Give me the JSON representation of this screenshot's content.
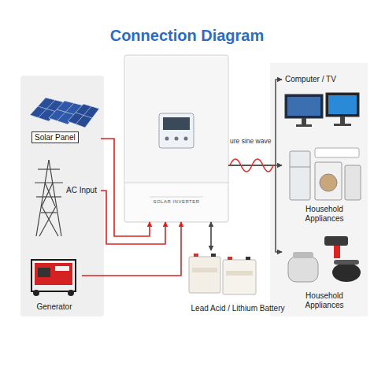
{
  "diagram": {
    "title": "Connection Diagram",
    "nodes": [
      {
        "text": [
          "Solar Panel"
        ]
      },
      {
        "text": [
          "AC Input"
        ]
      },
      {
        "text": [
          "Generator"
        ]
      },
      {
        "text": [
          "SOLAR INVERTER"
        ]
      },
      {
        "text": [
          "Lead Acid / Lithium Battery"
        ]
      },
      {
        "text": [
          "Computer / TV"
        ]
      },
      {
        "text": [
          "Household Appliances"
        ]
      },
      {
        "text": [
          "Household Appliances"
        ]
      }
    ],
    "edges": [
      {
        "from": 0,
        "to": 3,
        "arrow": "to"
      },
      {
        "from": 1,
        "to": 3,
        "arrow": "to"
      },
      {
        "from": 2,
        "to": 3,
        "arrow": "to"
      },
      {
        "from": 3,
        "to": 4,
        "arrow": "both"
      },
      {
        "from": 3,
        "to": 5,
        "arrow": "to"
      },
      {
        "from": 3,
        "to": 6,
        "arrow": "to"
      },
      {
        "from": 3,
        "to": 7,
        "arrow": "to"
      }
    ],
    "labels": [
      "ure sine wave"
    ]
  }
}
